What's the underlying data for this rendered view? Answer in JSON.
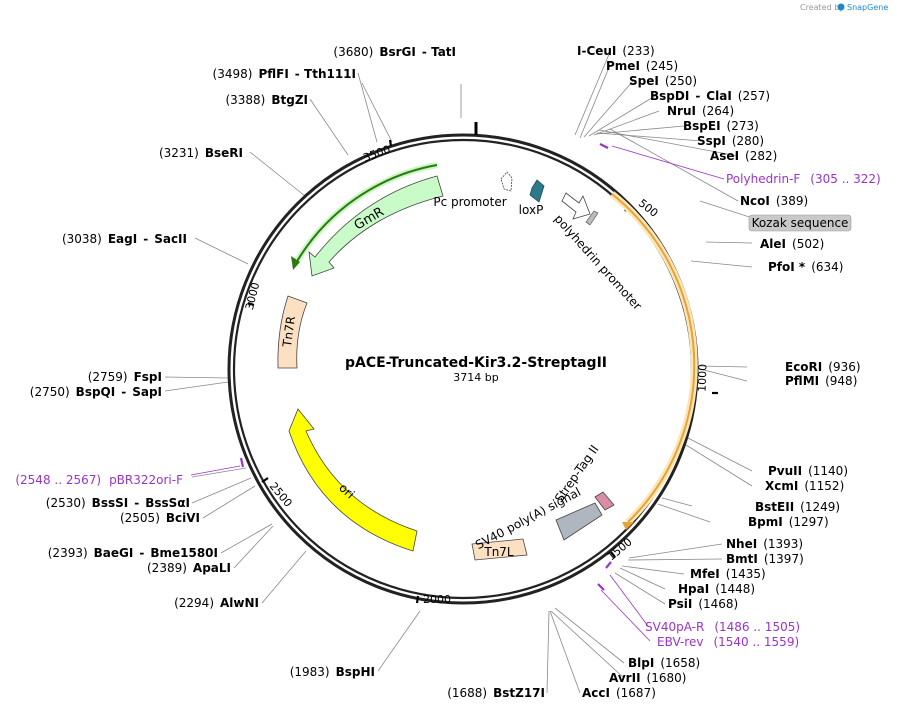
{
  "credit": {
    "prefix": "Created by",
    "brand": "SnapGene"
  },
  "plasmid": {
    "name": "pACE-Truncated-Kir3.2-StreptagII",
    "size_label": "3714 bp",
    "length": 3714
  },
  "ticks": [
    "500",
    "1000",
    "1500",
    "2000",
    "2500",
    "3000",
    "3500"
  ],
  "features": [
    {
      "name": "GmR",
      "color": "#c8fbc8"
    },
    {
      "name": "Tn7R",
      "color": "#fde0c2"
    },
    {
      "name": "ori",
      "color": "#ffff00"
    },
    {
      "name": "Tn7L",
      "color": "#fde0c2"
    },
    {
      "name": "SV40 poly(A) signal",
      "color": "#aeb6bf"
    },
    {
      "name": "Strep-Tag II",
      "color": "#d98da6"
    },
    {
      "name": "polyhedrin promoter",
      "color": "#ffffff"
    },
    {
      "name": "loxP",
      "color": "#2a7a8c"
    },
    {
      "name": "Pc promoter",
      "color": "#ffffff"
    },
    {
      "name": "Kozak sequence",
      "color": "#c9c9c9"
    }
  ],
  "sites": [
    {
      "name": "BsrGI",
      "name2": "TatI",
      "pos": "(3680)"
    },
    {
      "name": "PflFI",
      "name2": "Tth111I",
      "pos": "(3498)"
    },
    {
      "name": "BtgZI",
      "name2": "",
      "pos": "(3388)"
    },
    {
      "name": "BseRI",
      "name2": "",
      "pos": "(3231)"
    },
    {
      "name": "EagI",
      "name2": "SacII",
      "pos": "(3038)"
    },
    {
      "name": "FspI",
      "name2": "",
      "pos": "(2759)"
    },
    {
      "name": "BspQI",
      "name2": "SapI",
      "pos": "(2750)"
    },
    {
      "name": "BssSI",
      "name2": "BssSαI",
      "pos": "(2530)"
    },
    {
      "name": "BciVI",
      "name2": "",
      "pos": "(2505)"
    },
    {
      "name": "BaeGI",
      "name2": "Bme1580I",
      "pos": "(2393)"
    },
    {
      "name": "ApaLI",
      "name2": "",
      "pos": "(2389)"
    },
    {
      "name": "AlwNI",
      "name2": "",
      "pos": "(2294)"
    },
    {
      "name": "BspHI",
      "name2": "",
      "pos": "(1983)"
    },
    {
      "name": "BstZ17I",
      "name2": "",
      "pos": "(1688)"
    },
    {
      "name": "AccI",
      "name2": "",
      "pos": "(1687)"
    },
    {
      "name": "AvrII",
      "name2": "",
      "pos": "(1680)"
    },
    {
      "name": "BlpI",
      "name2": "",
      "pos": "(1658)"
    },
    {
      "name": "PsiI",
      "name2": "",
      "pos": "(1468)"
    },
    {
      "name": "HpaI",
      "name2": "",
      "pos": "(1448)"
    },
    {
      "name": "MfeI",
      "name2": "",
      "pos": "(1435)"
    },
    {
      "name": "BmtI",
      "name2": "",
      "pos": "(1397)"
    },
    {
      "name": "NheI",
      "name2": "",
      "pos": "(1393)"
    },
    {
      "name": "BpmI",
      "name2": "",
      "pos": "(1297)"
    },
    {
      "name": "BstEII",
      "name2": "",
      "pos": "(1249)"
    },
    {
      "name": "XcmI",
      "name2": "",
      "pos": "(1152)"
    },
    {
      "name": "PvuII",
      "name2": "",
      "pos": "(1140)"
    },
    {
      "name": "PflMI",
      "name2": "",
      "pos": "(948)"
    },
    {
      "name": "EcoRI",
      "name2": "",
      "pos": "(936)"
    },
    {
      "name": "PfoI *",
      "name2": "",
      "pos": "(634)"
    },
    {
      "name": "AleI",
      "name2": "",
      "pos": "(502)"
    },
    {
      "name": "NcoI",
      "name2": "",
      "pos": "(389)"
    },
    {
      "name": "AseI",
      "name2": "",
      "pos": "(282)"
    },
    {
      "name": "SspI",
      "name2": "",
      "pos": "(280)"
    },
    {
      "name": "BspEI",
      "name2": "",
      "pos": "(273)"
    },
    {
      "name": "NruI",
      "name2": "",
      "pos": "(264)"
    },
    {
      "name": "BspDI",
      "name2": "ClaI",
      "pos": "(257)"
    },
    {
      "name": "SpeI",
      "name2": "",
      "pos": "(250)"
    },
    {
      "name": "PmeI",
      "name2": "",
      "pos": "(245)"
    },
    {
      "name": "I-CeuI",
      "name2": "",
      "pos": "(233)"
    }
  ],
  "primers": [
    {
      "name": "Polyhedrin-F",
      "range": "(305 .. 322)"
    },
    {
      "name": "pBR322ori-F",
      "range": "(2548 .. 2567)"
    },
    {
      "name": "SV40pA-R",
      "range": "(1486 .. 1505)"
    },
    {
      "name": "EBV-rev",
      "range": "(1540 .. 1559)"
    }
  ],
  "colors": {
    "backbone": "#222222",
    "primer": "#9a33cc",
    "orf": "#e8a23a",
    "gmr_arrow": "#2b7a10",
    "leader": "#888888"
  }
}
